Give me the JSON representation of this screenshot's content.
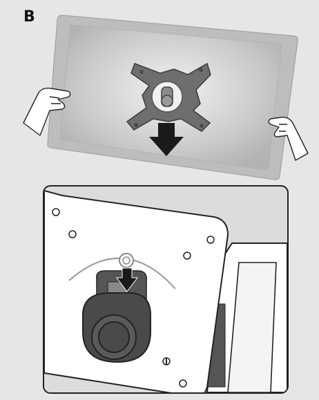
{
  "figure": {
    "panel_label": "B",
    "background_color": "#e6e6e6",
    "top_scene": {
      "description_icons": [
        "tv-screen",
        "vesa-mount-plate",
        "down-arrow-icon",
        "left-hand",
        "right-hand"
      ],
      "screen_color": "#b9b9b9",
      "mount_color": "#6b6b6b"
    },
    "detail_scene": {
      "description_icons": [
        "mount-bracket",
        "hook-slot",
        "down-arrow-icon",
        "knob",
        "screw"
      ],
      "frame_color": "#222222",
      "knob_color": "#4a4a4a"
    }
  }
}
